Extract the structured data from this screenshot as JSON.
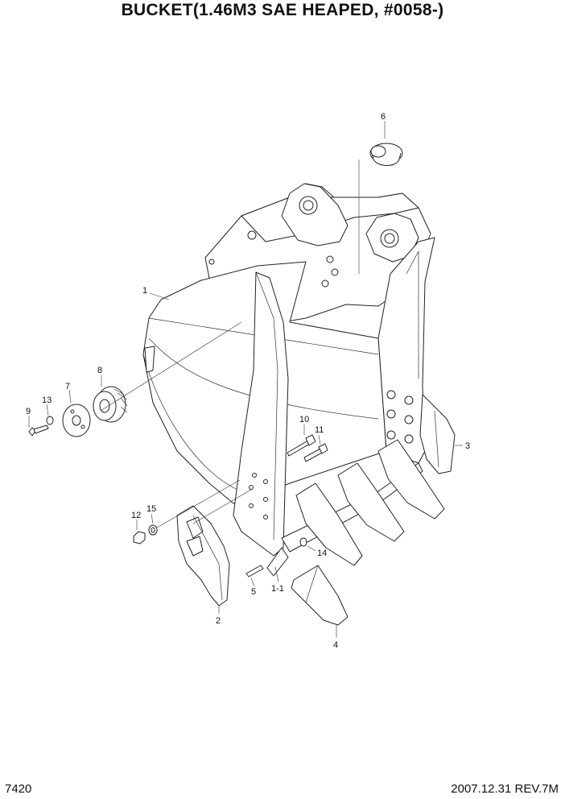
{
  "title": "BUCKET(1.46M3 SAE HEAPED, #0058-)",
  "footer": {
    "page_code": "7420",
    "date_rev": "2007.12.31  REV.7M"
  },
  "callouts": {
    "c1": "1",
    "c1_1": "1-1",
    "c2": "2",
    "c3": "3",
    "c4": "4",
    "c5": "5",
    "c6": "6",
    "c7": "7",
    "c8": "8",
    "c9": "9",
    "c10": "10",
    "c11": "11",
    "c12": "12",
    "c13": "13",
    "c14": "14",
    "c15": "15"
  }
}
